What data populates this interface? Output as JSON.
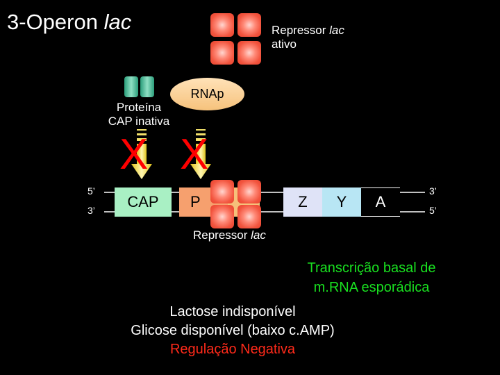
{
  "title": {
    "text": "3-Operon ",
    "italic": "lac"
  },
  "repressor_top": {
    "line1": "Repressor ",
    "line1_italic": "lac",
    "line2": "ativo"
  },
  "cap_protein": {
    "line1": "Proteína",
    "line2": "CAP inativa"
  },
  "rnap": {
    "label": "RNAp"
  },
  "x_marks": {
    "left": "X",
    "right": "X"
  },
  "dna": {
    "left_top": "5’",
    "left_bottom": "3’",
    "right_top": "3’",
    "right_bottom": "5’",
    "segments": {
      "cap": "CAP",
      "p": "P",
      "z": "Z",
      "y": "Y",
      "a": "A"
    }
  },
  "repressor_bottom": {
    "text": "Repressor ",
    "italic": "lac"
  },
  "transcription": {
    "line1": "Transcrição basal de",
    "line2": "m.RNA esporádica"
  },
  "conditions": {
    "line1": "Lactose indisponível",
    "line2": "Glicose disponível (baixo c.AMP)",
    "line3": "Regulação Negativa"
  },
  "colors": {
    "background": "#000000",
    "cap_box": "#a9f0c4",
    "promoter_box": "#f6a06e",
    "z_box": "#dfe3f7",
    "y_box": "#b8e6f4",
    "a_box": "#000000",
    "repressor": "#f2553f",
    "cap_protein": "#3fbf96",
    "rnap": "#f6c27c",
    "transcription_text": "#19e020",
    "negative_regulation": "#ff2a1a",
    "x_mark": "#ff0000"
  }
}
